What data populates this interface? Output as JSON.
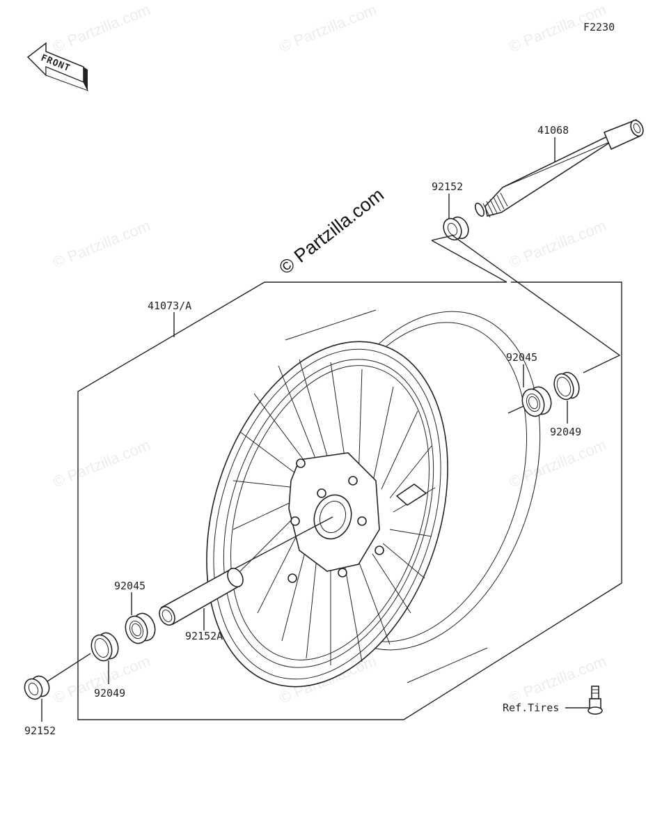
{
  "diagram": {
    "code": "F2230",
    "front_arrow_label": "FRONT",
    "watermark_main": "© Partzilla.com",
    "watermark_repeat": "© Partzilla.com",
    "parts": {
      "axle": "41068",
      "collar_top": "92152",
      "wheel": "41073/A",
      "bearing_right": "92045",
      "seal_right": "92049",
      "bearing_left": "92045",
      "spacer": "92152A",
      "seal_left": "92049",
      "collar_left": "92152",
      "ref_tires": "Ref.Tires"
    }
  }
}
